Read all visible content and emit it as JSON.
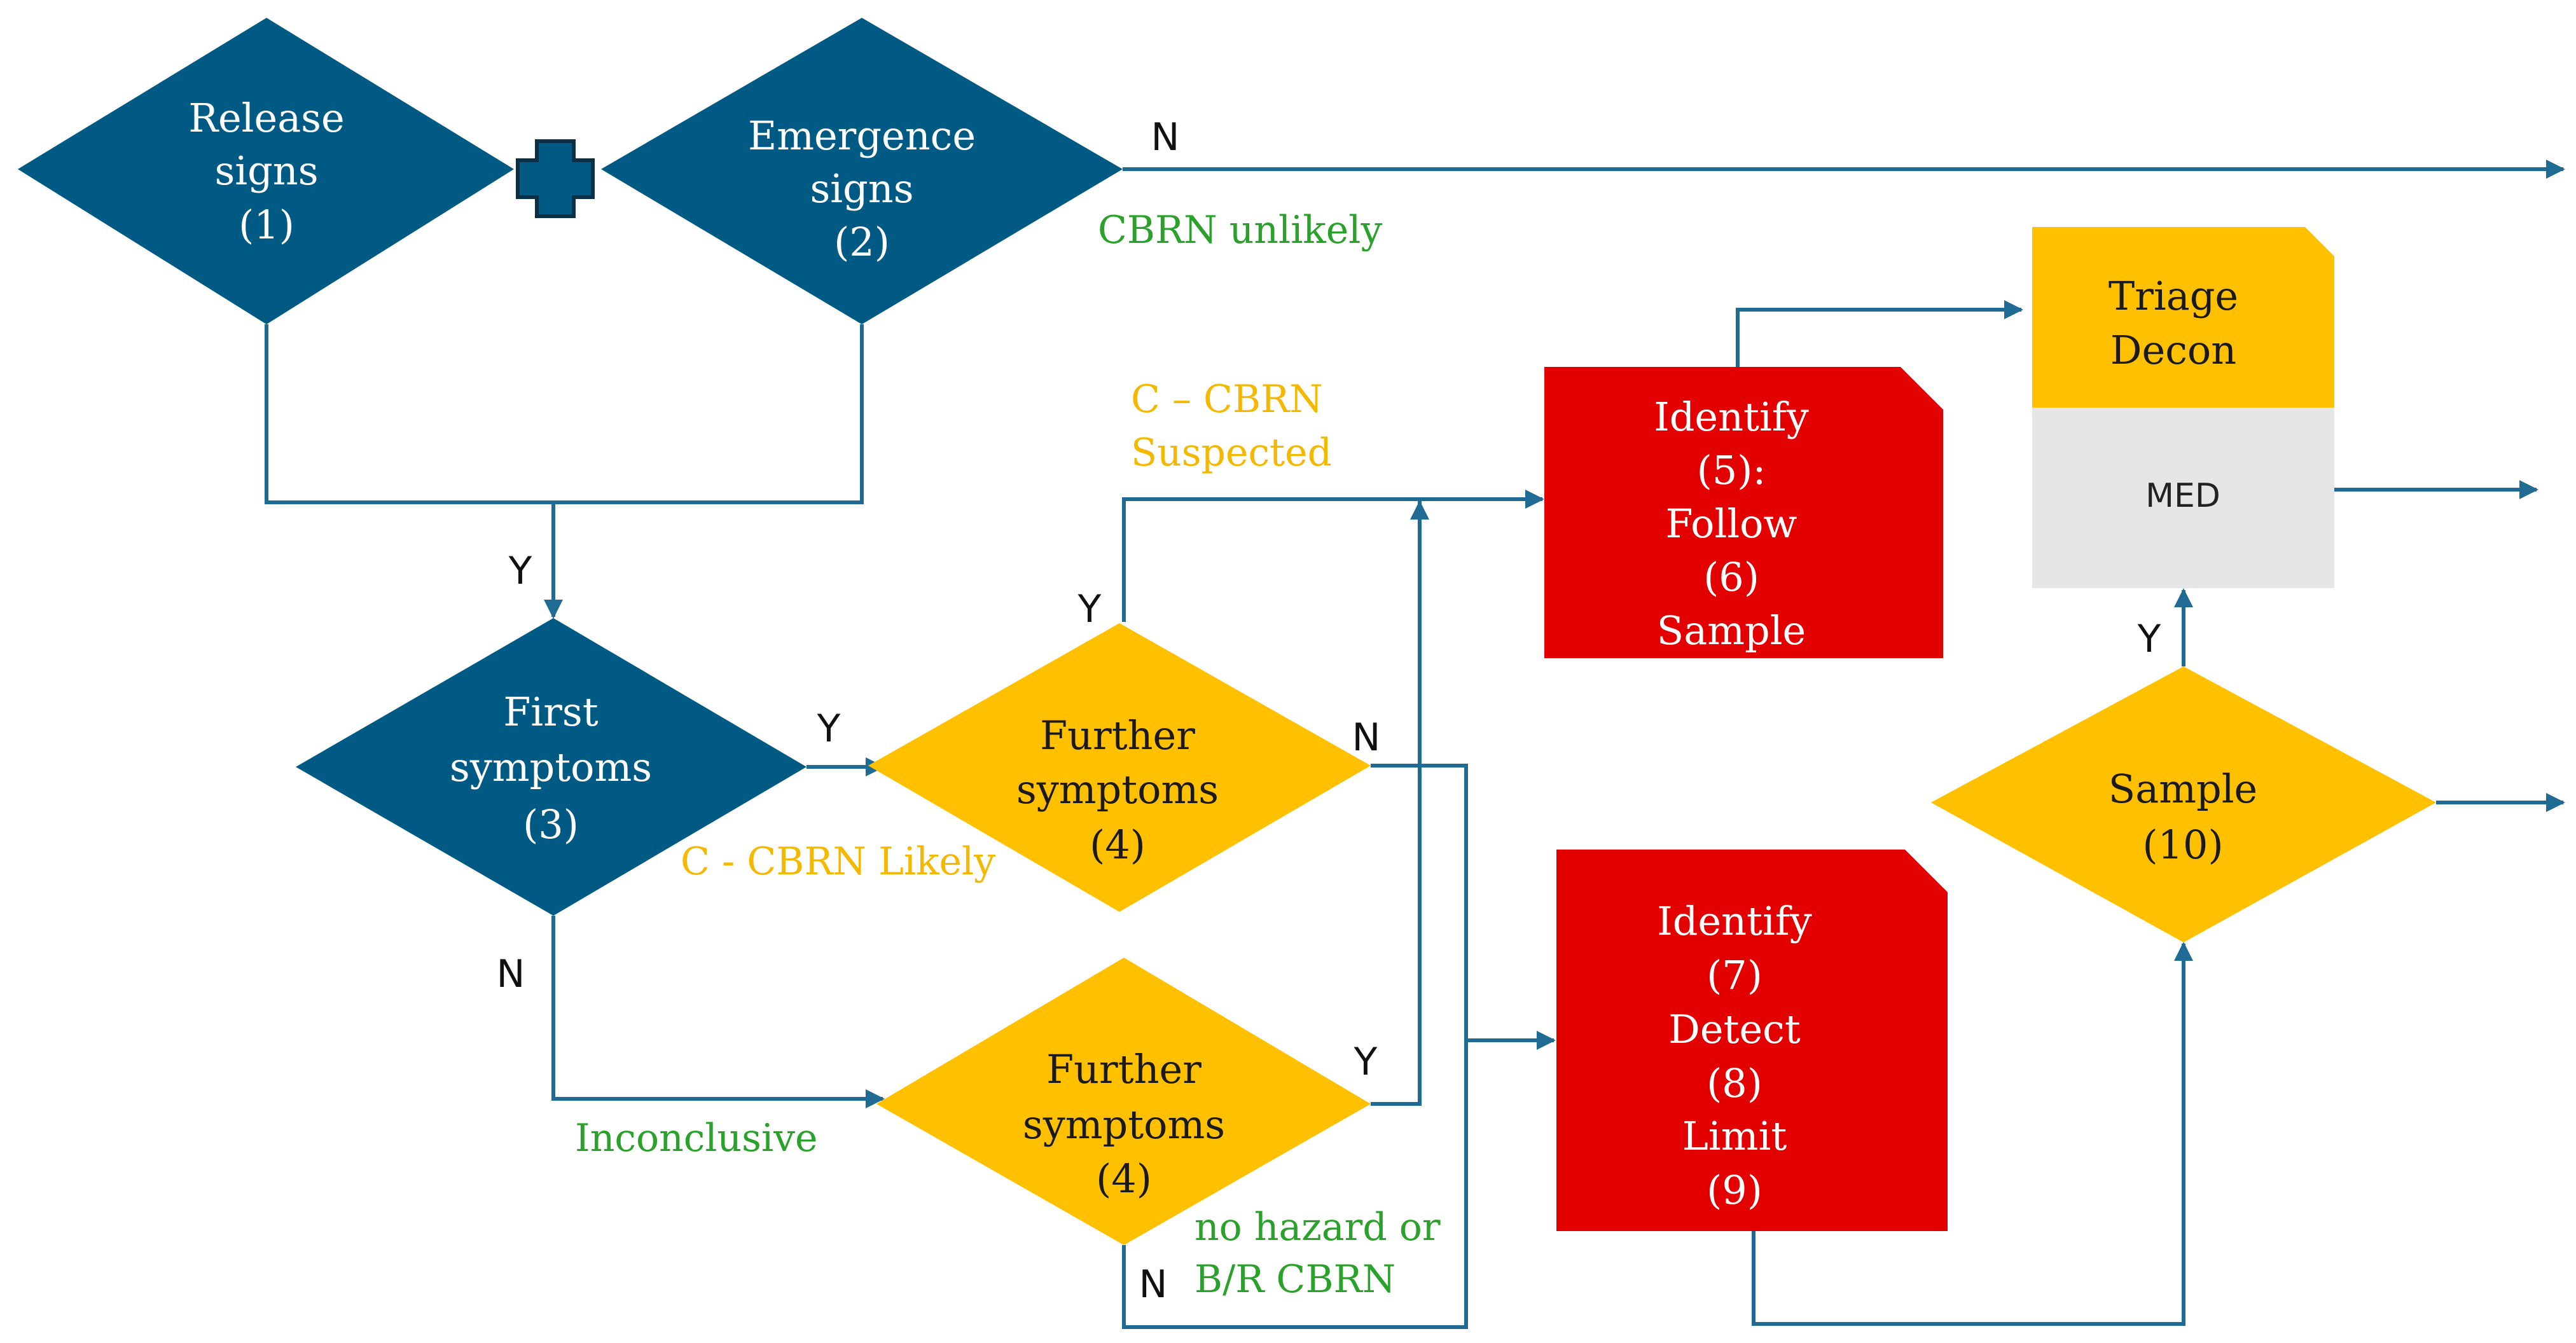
{
  "colors": {
    "navy": "#005a84",
    "amber": "#ffc000",
    "red": "#e20000",
    "grey": "#e6e6e6",
    "green_label": "#2aa12a",
    "amber_label": "#f5b800",
    "edge": "#1f6b93"
  },
  "nodes": {
    "release_signs": {
      "line1": "Release",
      "line2": "signs",
      "num": "(1)"
    },
    "emergence_signs": {
      "line1": "Emergence",
      "line2": "signs",
      "num": "(2)"
    },
    "first_symptoms": {
      "line1": "First",
      "line2": "symptoms",
      "num": "(3)"
    },
    "further_symptoms_top": {
      "line1": "Further",
      "line2": "symptoms",
      "num": "(4)"
    },
    "further_symptoms_bottom": {
      "line1": "Further",
      "line2": "symptoms",
      "num": "(4)"
    },
    "identify_follow": {
      "lines": [
        "Identify",
        "(5):",
        "Follow",
        "(6)",
        "Sample"
      ]
    },
    "identify_detect": {
      "lines": [
        "Identify",
        "(7)",
        "Detect",
        "(8)",
        "Limit",
        "(9)"
      ]
    },
    "triage": {
      "line1": "Triage",
      "line2": "Decon",
      "med": "MED"
    },
    "sample": {
      "line1": "Sample",
      "num": "(10)"
    }
  },
  "plus_icon": "plus-icon",
  "edge_labels": {
    "n_emergence": "N",
    "cbrn_unlikely": "CBRN unlikely",
    "y_first": "Y",
    "y_further": "Y",
    "c_likely": "C - CBRN Likely",
    "n_first": "N",
    "inconclusive": "Inconclusive",
    "y_top": "Y",
    "c_suspected_1": "C – CBRN",
    "c_suspected_2": "Suspected",
    "n_top": "N",
    "y_bottom": "Y",
    "n_bottom": "N",
    "no_hazard_1": "no hazard  or",
    "no_hazard_2": "B/R CBRN",
    "y_sample": "Y"
  }
}
